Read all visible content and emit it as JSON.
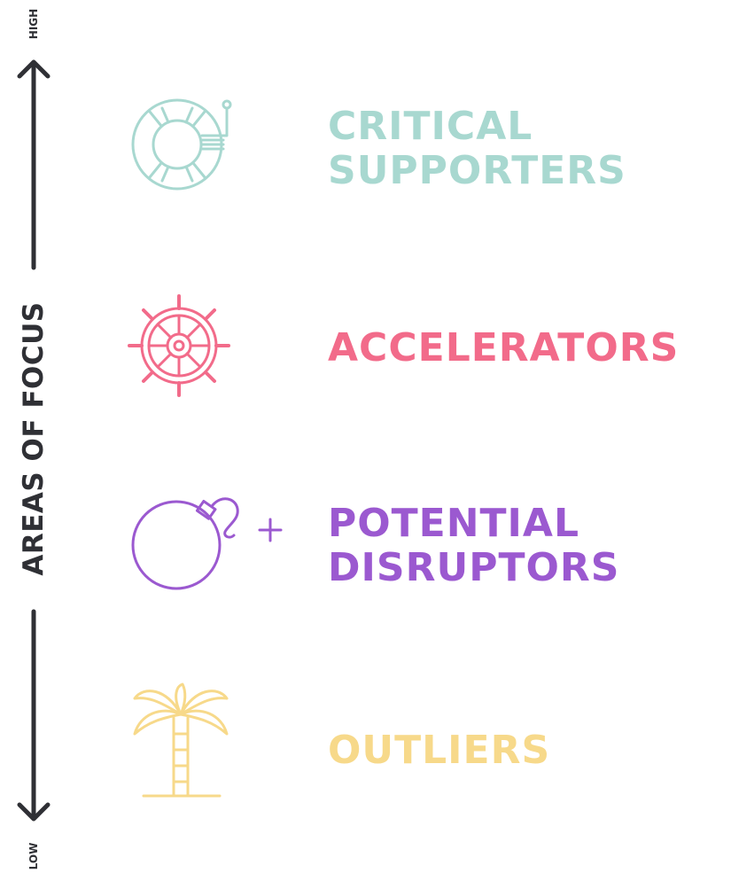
{
  "axis": {
    "title": "AREAS OF FOCUS",
    "high_label": "HIGH",
    "low_label": "LOW",
    "color": "#2f3035"
  },
  "categories": [
    {
      "lines": [
        "CRITICAL",
        "SUPPORTERS"
      ],
      "icon": "life-buoy-icon",
      "color": "#a8d8d0"
    },
    {
      "lines": [
        "ACCELERATORS"
      ],
      "icon": "ship-wheel-icon",
      "color": "#f26b8a"
    },
    {
      "lines": [
        "POTENTIAL",
        "DISRUPTORS"
      ],
      "icon": "bomb-icon",
      "color": "#9b59d0"
    },
    {
      "lines": [
        "OUTLIERS"
      ],
      "icon": "palm-tree-icon",
      "color": "#f7d98a"
    }
  ]
}
